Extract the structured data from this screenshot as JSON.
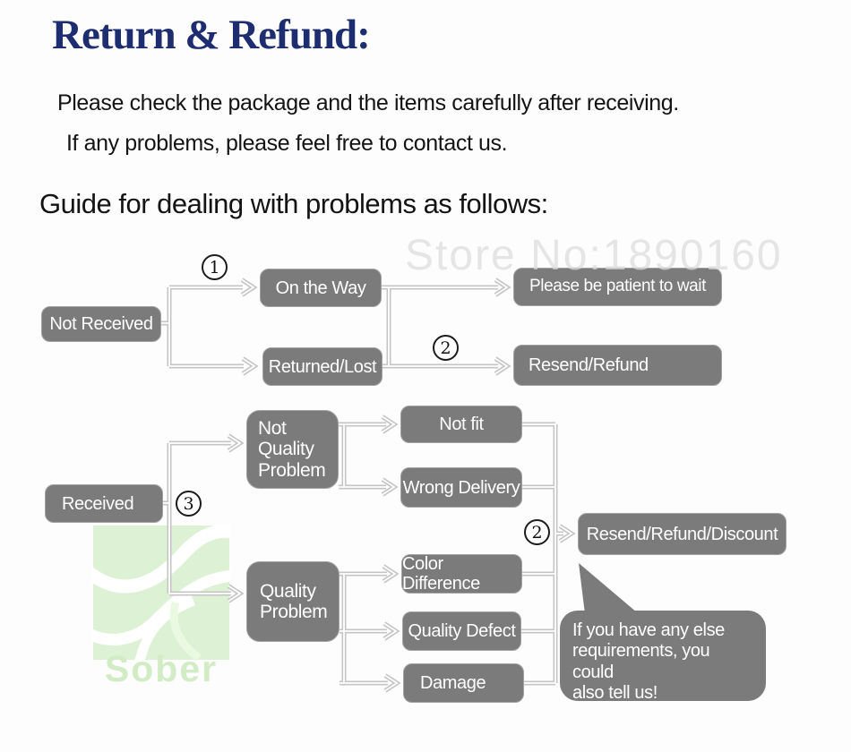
{
  "header": {
    "title": "Return & Refund:",
    "intro_line1": "Please check the package and the items carefully after receiving.",
    "intro_line2": "If any problems, please feel free to contact us.",
    "guide_heading": "Guide for dealing with problems as follows:"
  },
  "watermarks": {
    "store_number": "Store No:1890160",
    "brand_name": "Sober"
  },
  "steps": {
    "one": "1",
    "two": "2",
    "three": "3"
  },
  "nodes": {
    "not_received": "Not Received",
    "on_the_way": "On the Way",
    "please_be_patient": "Please be patient to wait",
    "returned_lost": "Returned/Lost",
    "resend_refund": "Resend/Refund",
    "received": "Received",
    "not_quality_problem": "Not\nQuality\nProblem",
    "not_fit": "Not fit",
    "wrong_delivery": "Wrong Delivery",
    "quality_problem": "Quality\nProblem",
    "color_difference": "Color Difference",
    "quality_defect": "Quality Defect",
    "damage": "Damage",
    "resend_refund_discount": "Resend/Refund/Discount",
    "bubble_note": "If you have any else\nrequirements, you could\nalso tell us!"
  },
  "colors": {
    "title_navy": "#1d2d6f",
    "box_gray": "#7b7b7b",
    "box_text": "#ffffff",
    "connector_gray": "#c5c5c5",
    "store_watermark_gray": "#dcdcdc",
    "logo_green": "#ddf2d4"
  }
}
